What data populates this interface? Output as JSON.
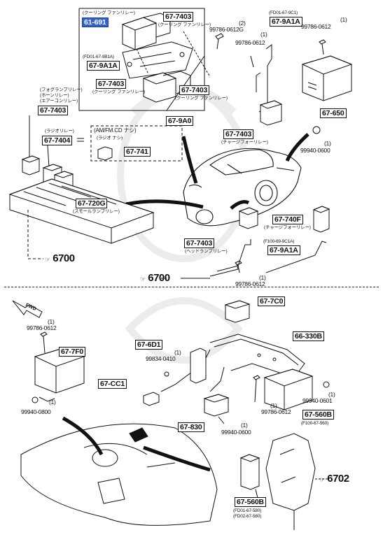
{
  "diagram": {
    "separator": "dashed",
    "colors": {
      "ink": "#111111",
      "highlight": "#2f5fd0",
      "watermark": "#ececec"
    },
    "top": {
      "callouts": {
        "c61691": "61-691",
        "c7403_a": "67-7403",
        "c9a1a_a": "67-9A1A",
        "c7403_b": "67-7403",
        "c7403_c": "67-7403",
        "c9a0": "67-9A0",
        "c9a1a_b": "67-9A1A",
        "c650": "67-650",
        "c7403_d": "67-7403",
        "c7403_left": "67-7403",
        "c7404": "67-7404",
        "c741": "67-741",
        "c720g": "67-720G",
        "c7403_e": "67-7403",
        "c740f": "67-740F",
        "c9a1a_c": "67-9A1A"
      },
      "notes": {
        "jp_cooling_fan_relay": "(クーリング ファンリレー)",
        "jp_cooling_fan_relay2": "(クーリング ファンリレー)",
        "jp_cooling_fan_relay3": "(クーリング ファンリレー)",
        "jp_cooling_fan_relay4": "(クーリング ファンリレー)",
        "jp_charge_relay": "(チャージフォーリレー)",
        "jp_fog_relay": "(フォグランプリレー)",
        "jp_horn_relay": "(ホーンリレー)",
        "jp_aircon_relay": "(エアーコンリレー)",
        "jp_radio_relay": "(ラジオリレー)",
        "jp_amfm": "(AM/FM.CD ナシ)",
        "jp_radio_none": "(ラジオ ナシ)",
        "jp_small_lamp": "(スモールランプリレー)",
        "jp_head_lamp": "(ヘッドランプリレー)",
        "jp_charge_relay2": "(チャージフォーリレー)",
        "fd01_9b1a": "(FD01-67-9B1A)",
        "fd01_9c1": "(FD01-67-9C1)",
        "f100_9c1a": "(F100-69-9C1A)"
      },
      "bolts": {
        "b0612g": "99786-0612G",
        "b0612_a": "99786-0612",
        "b0612_b": "99786-0612",
        "b0600": "99940-0600",
        "b0612_c": "99786-0612",
        "q1a": "(1)",
        "q2": "(2)",
        "q1b": "(1)",
        "q1c": "(1)",
        "q1d": "(1)",
        "q1e": "(1)"
      },
      "refs": {
        "r6700a": "6700",
        "r6700b": "6700"
      }
    },
    "bottom": {
      "callouts": {
        "c7c0": "67-7C0",
        "c330b": "66-330B",
        "c7f0": "67-7F0",
        "c6d1": "67-6D1",
        "ccc1": "67-CC1",
        "c830": "67-830",
        "c560b_a": "67-560B",
        "c560b_b": "67-560B"
      },
      "notes": {
        "f100_560": "(F100-67-560)",
        "fd01_560": "(FD01-67-580)",
        "fd02_560": "(FD02-67-580)"
      },
      "bolts": {
        "b0612_d": "99786-0612",
        "b0800": "99940-0800",
        "b0410": "99834-0410",
        "b0600_b": "99940-0600",
        "b0612_e": "99786-0612",
        "b0601": "99940-0601",
        "q1f": "(1)",
        "q1g": "(1)",
        "q1h": "(1)",
        "q1i": "(1)",
        "q1j": "(1)",
        "q1k": "(1)"
      },
      "fwd": "FWD",
      "refs": {
        "r6702": "6702"
      }
    }
  }
}
